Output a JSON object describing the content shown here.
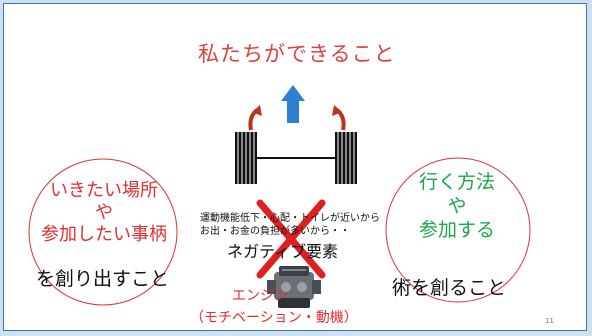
{
  "slide": {
    "title": "私たちができること",
    "left_circle_lines": [
      "いきたい場所",
      "や",
      "参加したい事柄"
    ],
    "left_caption": "を創り出すこと",
    "right_circle_lines": [
      "行く方法",
      "や",
      "参加する"
    ],
    "right_caption": "術を創ること",
    "negative_details_lines": [
      "運動機能低下・心配・トイレが近いから",
      "お出・お金の負担が多いから・・"
    ],
    "negative_label": "ネガティブ要素",
    "engine_label": "エンジン",
    "motivation_label": "（モチベーション・動機）",
    "page_number": "11"
  },
  "colors": {
    "title_red": "#e04040",
    "circle_red": "#e03030",
    "green": "#1aa84a",
    "arrow_blue": "#2f7fd0",
    "curved_arrow_red": "#c0301c",
    "cross_red": "#e02020",
    "frame_blue": "#3a79b8"
  },
  "icons": [
    "up-arrow-icon",
    "curved-arrow-icon",
    "barbell-axle-icon",
    "red-x-icon",
    "engine-icon"
  ]
}
